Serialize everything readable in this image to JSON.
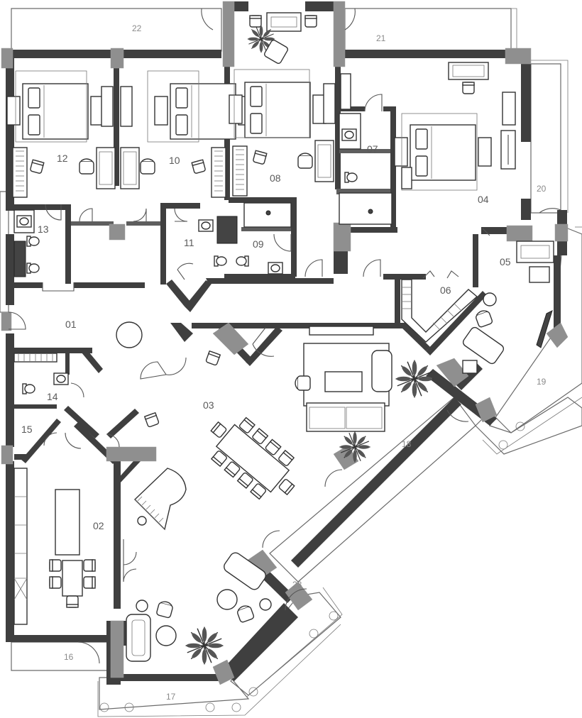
{
  "rooms": [
    {
      "id": "room-01",
      "label": "01"
    },
    {
      "id": "room-02",
      "label": "02"
    },
    {
      "id": "room-03",
      "label": "03"
    },
    {
      "id": "room-04",
      "label": "04"
    },
    {
      "id": "room-05",
      "label": "05"
    },
    {
      "id": "room-06",
      "label": "06"
    },
    {
      "id": "room-07",
      "label": "07"
    },
    {
      "id": "room-08",
      "label": "08"
    },
    {
      "id": "room-09",
      "label": "09"
    },
    {
      "id": "room-10",
      "label": "10"
    },
    {
      "id": "room-11",
      "label": "11"
    },
    {
      "id": "room-12",
      "label": "12"
    },
    {
      "id": "room-13",
      "label": "13"
    },
    {
      "id": "room-14",
      "label": "14"
    },
    {
      "id": "room-15",
      "label": "15"
    }
  ],
  "terraces": [
    {
      "id": "terrace-16",
      "label": "16"
    },
    {
      "id": "terrace-17",
      "label": "17"
    },
    {
      "id": "terrace-18",
      "label": "18"
    },
    {
      "id": "terrace-19",
      "label": "19"
    },
    {
      "id": "terrace-20",
      "label": "20"
    },
    {
      "id": "terrace-21",
      "label": "21"
    },
    {
      "id": "terrace-22",
      "label": "22"
    },
    {
      "id": "terrace-23",
      "label": "23"
    }
  ],
  "colors": {
    "wall": "#3f3f3f",
    "terrace_hatch": "#7a7a7a",
    "furniture_outline": "#333333",
    "label": "#5a5a5a",
    "background": "#ffffff"
  }
}
